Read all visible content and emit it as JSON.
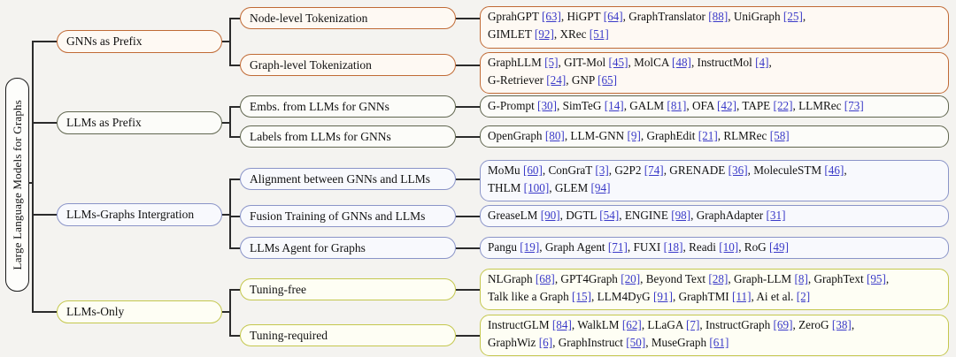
{
  "root": {
    "label": "Large Language Models for Graphs"
  },
  "colors": {
    "gnns_as_prefix": "#c06a35",
    "llms_as_prefix": "#60664f",
    "llms_graphs_integration": "#8a94c8",
    "llms_only": "#c4c74e",
    "citation_link": "#3a3ac8",
    "connector_line": "#2b2b2b"
  },
  "sections": [
    {
      "label": "GNNs as Prefix",
      "children": [
        {
          "label": "Node-level Tokenization",
          "papers": [
            {
              "n": "GprahGPT",
              "c": "63"
            },
            {
              "n": "HiGPT",
              "c": "64"
            },
            {
              "n": "GraphTranslator",
              "c": "88"
            },
            {
              "n": "UniGraph",
              "c": "25",
              "br": true
            },
            {
              "n": "GIMLET",
              "c": "92"
            },
            {
              "n": "XRec",
              "c": "51"
            }
          ]
        },
        {
          "label": "Graph-level Tokenization",
          "papers": [
            {
              "n": "GraphLLM",
              "c": "5"
            },
            {
              "n": "GIT-Mol",
              "c": "45"
            },
            {
              "n": "MolCA",
              "c": "48"
            },
            {
              "n": "InstructMol",
              "c": "4",
              "br": true
            },
            {
              "n": "G-Retriever",
              "c": "24"
            },
            {
              "n": "GNP",
              "c": "65"
            }
          ]
        }
      ]
    },
    {
      "label": "LLMs as Prefix",
      "children": [
        {
          "label": "Embs. from LLMs for GNNs",
          "papers": [
            {
              "n": "G-Prompt",
              "c": "30"
            },
            {
              "n": "SimTeG",
              "c": "14"
            },
            {
              "n": "GALM",
              "c": "81"
            },
            {
              "n": "OFA",
              "c": "42"
            },
            {
              "n": "TAPE",
              "c": "22"
            },
            {
              "n": "LLMRec",
              "c": "73"
            }
          ]
        },
        {
          "label": "Labels from LLMs for GNNs",
          "papers": [
            {
              "n": "OpenGraph",
              "c": "80"
            },
            {
              "n": "LLM-GNN",
              "c": "9"
            },
            {
              "n": "GraphEdit",
              "c": "21"
            },
            {
              "n": "RLMRec",
              "c": "58"
            }
          ]
        }
      ]
    },
    {
      "label": "LLMs-Graphs Intergration",
      "children": [
        {
          "label": "Alignment between GNNs and LLMs",
          "papers": [
            {
              "n": "MoMu",
              "c": "60"
            },
            {
              "n": "ConGraT",
              "c": "3"
            },
            {
              "n": "G2P2",
              "c": "74"
            },
            {
              "n": "GRENADE",
              "c": "36"
            },
            {
              "n": "MoleculeSTM",
              "c": "46",
              "br": true
            },
            {
              "n": "THLM",
              "c": "100"
            },
            {
              "n": "GLEM",
              "c": "94"
            }
          ]
        },
        {
          "label": "Fusion Training of GNNs and LLMs",
          "papers": [
            {
              "n": "GreaseLM",
              "c": "90"
            },
            {
              "n": "DGTL",
              "c": "54"
            },
            {
              "n": "ENGINE",
              "c": "98"
            },
            {
              "n": "GraphAdapter",
              "c": "31"
            }
          ]
        },
        {
          "label": "LLMs Agent for Graphs",
          "papers": [
            {
              "n": "Pangu",
              "c": "19"
            },
            {
              "n": "Graph Agent",
              "c": "71"
            },
            {
              "n": "FUXI",
              "c": "18"
            },
            {
              "n": "Readi",
              "c": "10"
            },
            {
              "n": "RoG",
              "c": "49"
            }
          ]
        }
      ]
    },
    {
      "label": "LLMs-Only",
      "children": [
        {
          "label": "Tuning-free",
          "papers": [
            {
              "n": "NLGraph",
              "c": "68"
            },
            {
              "n": "GPT4Graph",
              "c": "20"
            },
            {
              "n": "Beyond Text",
              "c": "28"
            },
            {
              "n": "Graph-LLM",
              "c": "8"
            },
            {
              "n": "GraphText",
              "c": "95",
              "br": true
            },
            {
              "n": "Talk like a Graph",
              "c": "15"
            },
            {
              "n": "LLM4DyG",
              "c": "91"
            },
            {
              "n": "GraphTMI",
              "c": "11"
            },
            {
              "n": "Ai et al.",
              "c": "2"
            }
          ]
        },
        {
          "label": "Tuning-required",
          "papers": [
            {
              "n": "InstructGLM",
              "c": "84"
            },
            {
              "n": "WalkLM",
              "c": "62"
            },
            {
              "n": "LLaGA",
              "c": "7"
            },
            {
              "n": "InstructGraph",
              "c": "69"
            },
            {
              "n": "ZeroG",
              "c": "38",
              "br": true
            },
            {
              "n": "GraphWiz",
              "c": "6"
            },
            {
              "n": "GraphInstruct",
              "c": "50"
            },
            {
              "n": "MuseGraph",
              "c": "61"
            }
          ]
        }
      ]
    }
  ]
}
